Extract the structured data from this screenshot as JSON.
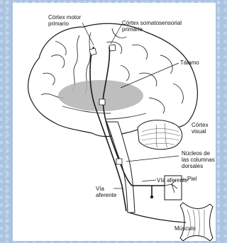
{
  "labels": {
    "cortex_motor": "Córtex motor\nprimario",
    "cortex_somato": "Córtex somatosensorial\nprimario",
    "talamo": "Tálamo",
    "cortex_visual": "Córtex\nvisual",
    "nucleos": "Núcleos de\nlas columnas\ndorsales",
    "via_aferente_1": "Vía aferente",
    "via_aferente_2": "Vía\naferente",
    "piel": "Piel",
    "musculo": "Músculo"
  },
  "colors": {
    "background_texture": "#a9c3e0",
    "thalamus_fill": "#b3b3b3",
    "line": "#1a1a1a"
  }
}
